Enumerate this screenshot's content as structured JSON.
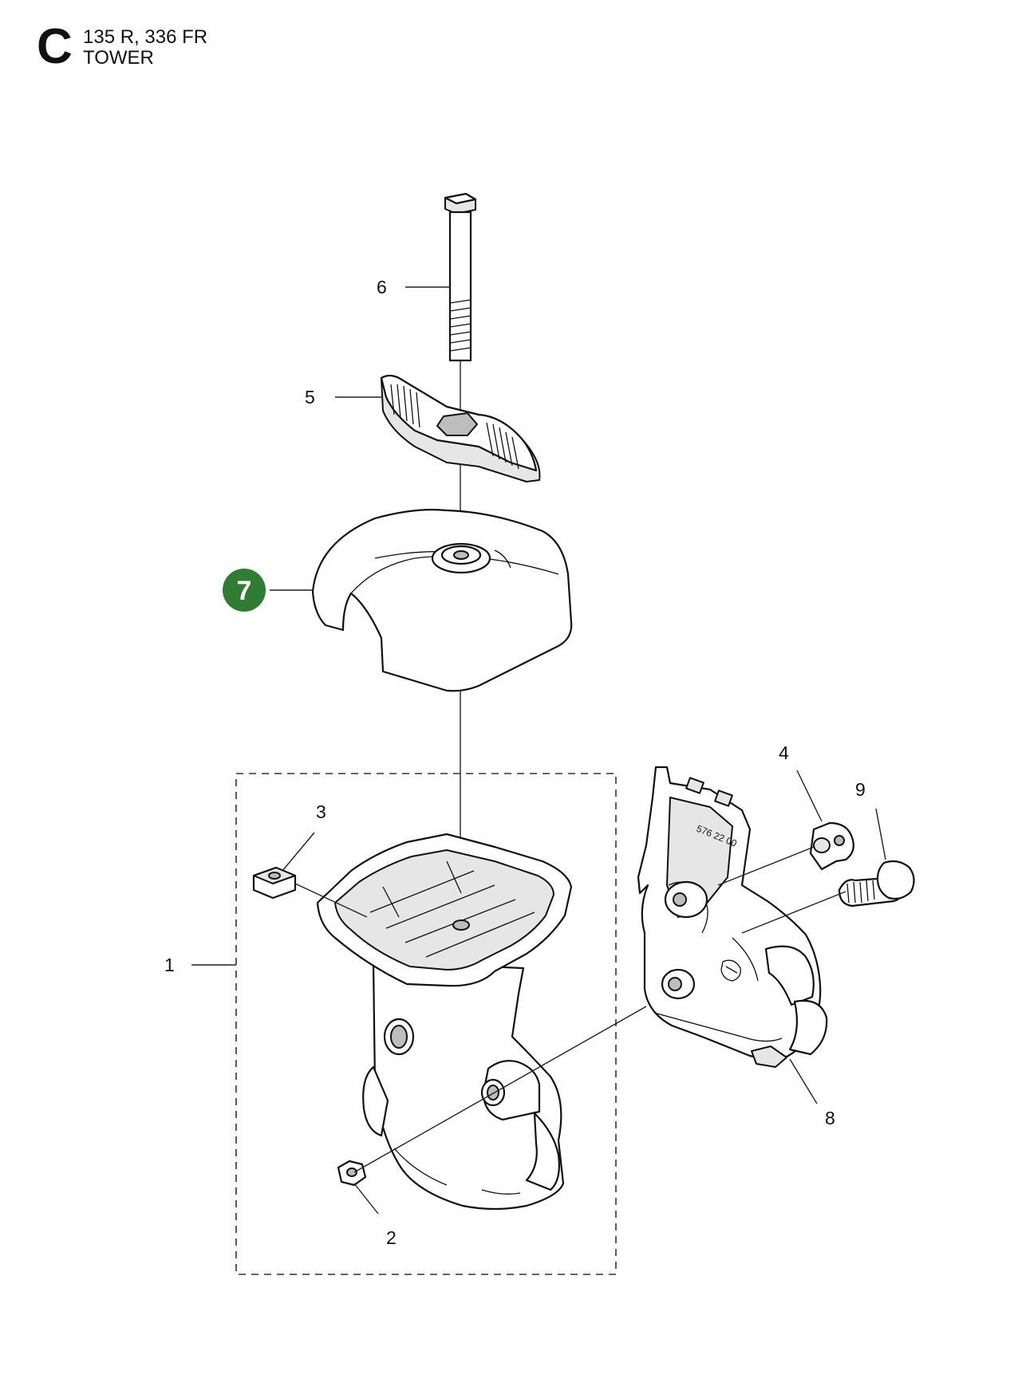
{
  "header": {
    "section_letter": "C",
    "models": "135 R, 336 FR",
    "title": "TOWER"
  },
  "callouts": {
    "c1": "1",
    "c2": "2",
    "c3": "3",
    "c4": "4",
    "c5": "5",
    "c6": "6",
    "c7": "7",
    "c8": "8",
    "c9": "9"
  },
  "part_marking": "576 22 00",
  "colors": {
    "highlight": "#2e7d32",
    "ink": "#111111"
  }
}
